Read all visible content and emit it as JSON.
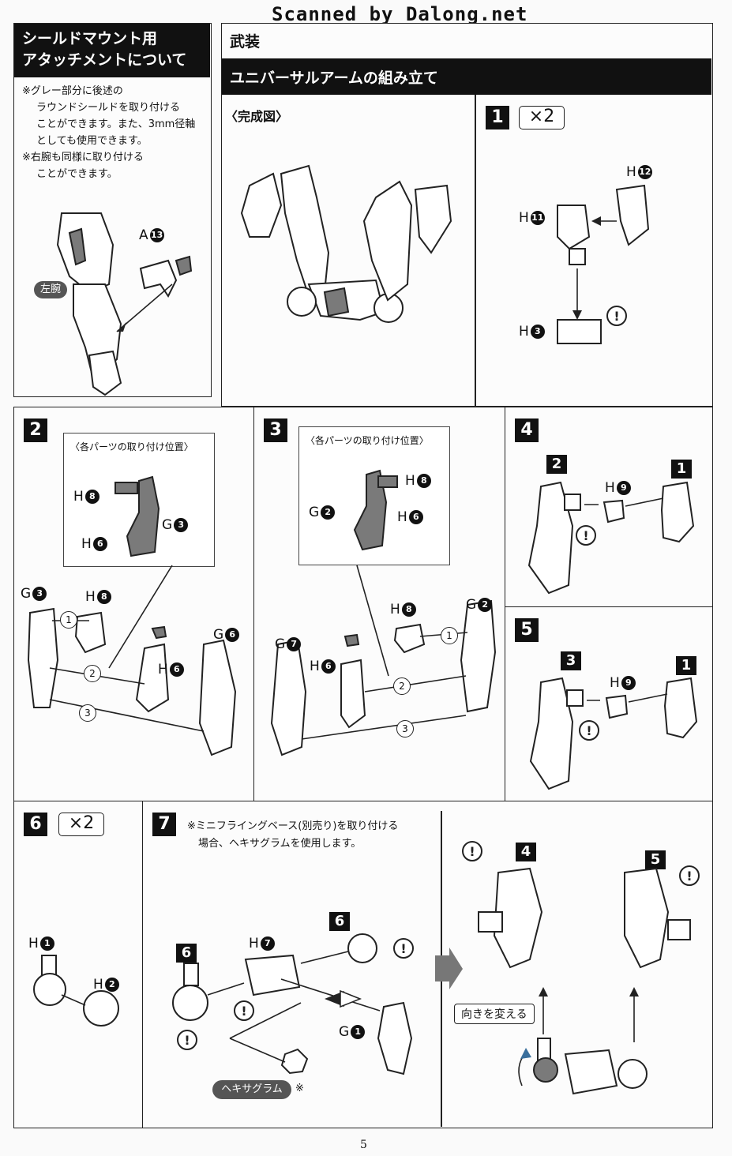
{
  "scan_banner": "Scanned by Dalong.net",
  "page_number": "5",
  "shield_section": {
    "title_line1": "シールドマウント用",
    "title_line2": "アタッチメントについて",
    "notes": [
      "※グレー部分に後述の",
      "ラウンドシールドを取り付ける",
      "ことができます。また、3mm径軸",
      "としても使用できます。",
      "※右腕も同様に取り付ける",
      "ことができます。"
    ],
    "badge": "左腕",
    "part_letter": "A",
    "part_num": "13"
  },
  "weapon_section": {
    "title": "武装",
    "subtitle": "ユニバーサルアームの組み立て",
    "complete_label": "〈完成図〉"
  },
  "steps": {
    "s1": {
      "num": "1",
      "mult": "×2",
      "parts": [
        {
          "l": "H",
          "n": "12"
        },
        {
          "l": "H",
          "n": "11"
        },
        {
          "l": "H",
          "n": "3"
        }
      ]
    },
    "s2": {
      "num": "2",
      "callout": "〈各パーツの取り付け位置〉",
      "parts": [
        {
          "l": "H",
          "n": "8"
        },
        {
          "l": "H",
          "n": "6"
        },
        {
          "l": "G",
          "n": "3"
        },
        {
          "l": "G",
          "n": "3"
        },
        {
          "l": "H",
          "n": "8"
        },
        {
          "l": "H",
          "n": "6"
        },
        {
          "l": "G",
          "n": "6"
        }
      ],
      "seq": [
        "1",
        "2",
        "3"
      ]
    },
    "s3": {
      "num": "3",
      "callout": "〈各パーツの取り付け位置〉",
      "parts": [
        {
          "l": "H",
          "n": "8"
        },
        {
          "l": "G",
          "n": "2"
        },
        {
          "l": "H",
          "n": "6"
        },
        {
          "l": "H",
          "n": "8"
        },
        {
          "l": "G",
          "n": "2"
        },
        {
          "l": "G",
          "n": "7"
        },
        {
          "l": "H",
          "n": "6"
        }
      ],
      "seq": [
        "1",
        "2",
        "3"
      ]
    },
    "s4": {
      "num": "4",
      "from": "2",
      "to": "1",
      "part": {
        "l": "H",
        "n": "9"
      }
    },
    "s5": {
      "num": "5",
      "from": "3",
      "to": "1",
      "part": {
        "l": "H",
        "n": "9"
      }
    },
    "s6": {
      "num": "6",
      "mult": "×2",
      "parts": [
        {
          "l": "H",
          "n": "1"
        },
        {
          "l": "H",
          "n": "2"
        }
      ]
    },
    "s7": {
      "num": "7",
      "note_line1": "※ミニフライングベース(別売り)を取り付ける",
      "note_line2": "場合、ヘキサグラムを使用します。",
      "labels": [
        "6",
        "6",
        "4",
        "5"
      ],
      "parts": [
        {
          "l": "H",
          "n": "7"
        },
        {
          "l": "G",
          "n": "1"
        }
      ],
      "hex_badge": "ヘキサグラム",
      "hex_mark": "※",
      "turn_label": "向きを変える"
    }
  },
  "warn_mark": "!"
}
